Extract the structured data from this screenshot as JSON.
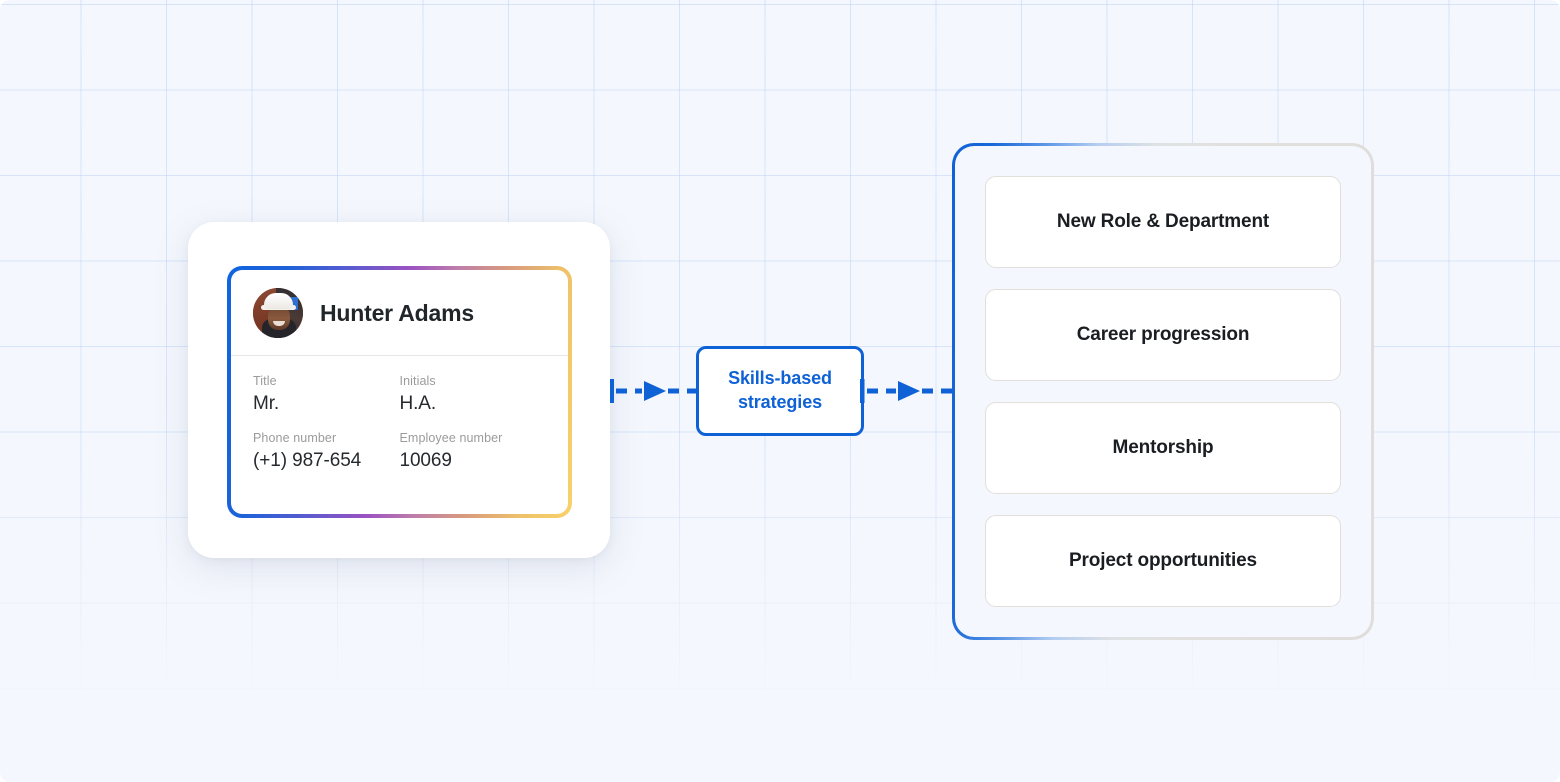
{
  "canvas": {
    "background_color": "#f4f7fd",
    "grid_color": "#bad2f4"
  },
  "profile": {
    "name": "Hunter Adams",
    "avatar_alt": "avatar",
    "fields": [
      {
        "label": "Title",
        "value": "Mr."
      },
      {
        "label": "Initials",
        "value": "H.A."
      },
      {
        "label": "Phone number",
        "value": "(+1) 987-654"
      },
      {
        "label": "Employee number",
        "value": "10069"
      }
    ],
    "border_gradient": [
      "#1064e0",
      "#9b52c2",
      "#f9d26a"
    ]
  },
  "center_node": {
    "line1": "Skills-based",
    "line2": "strategies",
    "accent_color": "#0f62d6"
  },
  "connectors": {
    "left_arrow": "dashed-arrow-right-icon",
    "right_arrow": "dashed-arrow-right-icon",
    "color": "#0f62d6"
  },
  "outcomes": {
    "border_gradient": [
      "#0f62d6",
      "#e0dedb"
    ],
    "items": [
      {
        "label": "New Role & Department"
      },
      {
        "label": "Career progression"
      },
      {
        "label": "Mentorship"
      },
      {
        "label": "Project opportunities"
      }
    ]
  }
}
